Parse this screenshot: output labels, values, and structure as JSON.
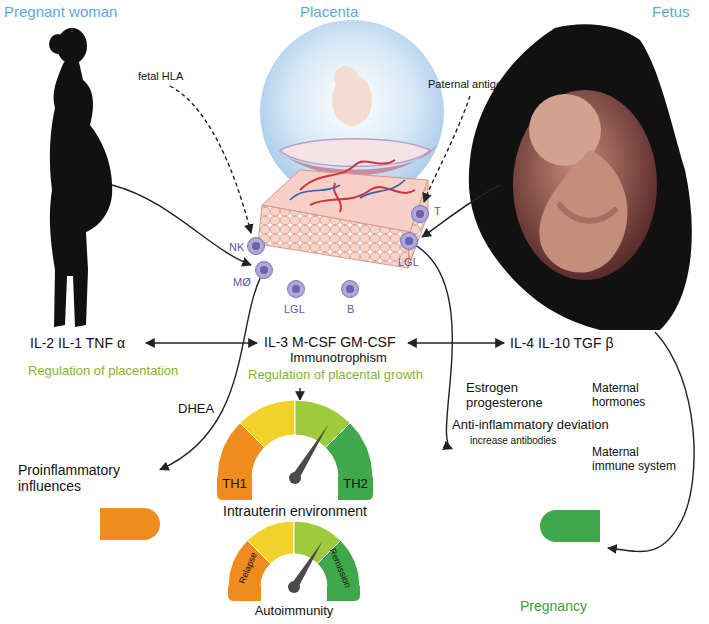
{
  "diagram": {
    "nodes": [
      {
        "text": [
          "NK"
        ]
      },
      {
        "text": [
          "MØ"
        ]
      },
      {
        "text": [
          "LGL"
        ]
      },
      {
        "text": [
          "B"
        ]
      },
      {
        "text": [
          "LGL"
        ]
      },
      {
        "text": [
          "T"
        ]
      },
      {
        "text": [
          "Proinflammatory influences"
        ]
      },
      {
        "text": [
          "TH1",
          "TH2",
          "Intrauterin environment"
        ]
      },
      {
        "text": [
          "Anti-inflammatory deviation",
          "increase antibodies"
        ]
      },
      {
        "text": [
          "Relapse",
          "Remission",
          "Autoimmunity"
        ]
      }
    ],
    "edges": [
      {
        "from": 1,
        "to": 6,
        "label": "DHEA",
        "arrow": "to"
      },
      {
        "from": 4,
        "to": 8,
        "label": "Estrogen progesterone",
        "arrow": "to"
      }
    ],
    "labels": [
      "Pregnant woman",
      "Placenta",
      "Fetus",
      "fetal HLA",
      "Paternal antigen?",
      "IL-2 IL-1 TNF α",
      "Regulation of placentation",
      "IL-3 M-CSF GM-CSF",
      "Immunotrophism",
      "Regulation of placental growth",
      "IL-4 IL-10 TGF β",
      "Maternal hormones",
      "Maternal immune system",
      "Pregnancy"
    ]
  }
}
